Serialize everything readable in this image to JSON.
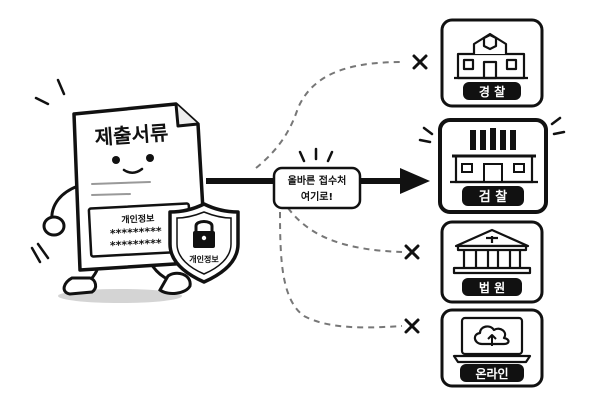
{
  "document": {
    "title": "제출서류",
    "privacy_label": "개인정보",
    "masked_line_1": "*********",
    "masked_line_2": "*********",
    "shield_label": "개인정보"
  },
  "callout": {
    "line_1": "올바른 접수처",
    "line_2": "여기로!"
  },
  "destinations": [
    {
      "label": "경 찰",
      "icon": "police-station-icon",
      "status": "wrong"
    },
    {
      "label": "검 찰",
      "icon": "prosecution-office-icon",
      "status": "correct"
    },
    {
      "label": "법 원",
      "icon": "courthouse-icon",
      "status": "wrong"
    },
    {
      "label": "온라인",
      "icon": "cloud-upload-laptop-icon",
      "status": "wrong"
    }
  ],
  "colors": {
    "ink": "#111111",
    "paper": "#ffffff",
    "shadow": "#cfcfcf",
    "dash": "#777777"
  }
}
